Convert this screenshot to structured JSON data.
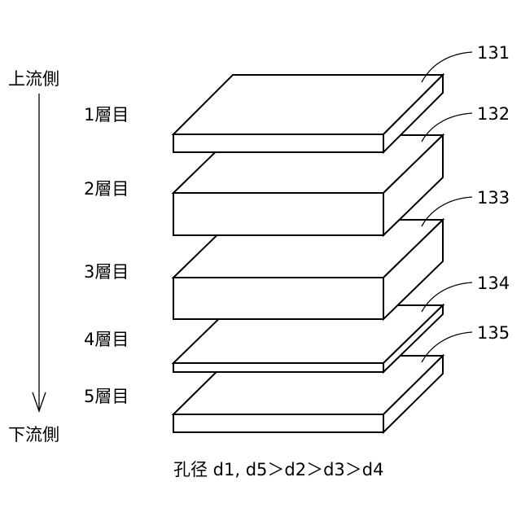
{
  "flow": {
    "upstream_label": "上流側",
    "downstream_label": "下流側"
  },
  "layers": [
    {
      "label": "1層目",
      "ref": "131"
    },
    {
      "label": "2層目",
      "ref": "132"
    },
    {
      "label": "3層目",
      "ref": "133"
    },
    {
      "label": "4層目",
      "ref": "134"
    },
    {
      "label": "5層目",
      "ref": "135"
    }
  ],
  "caption": "孔径 d1, d5＞d2＞d3＞d4"
}
